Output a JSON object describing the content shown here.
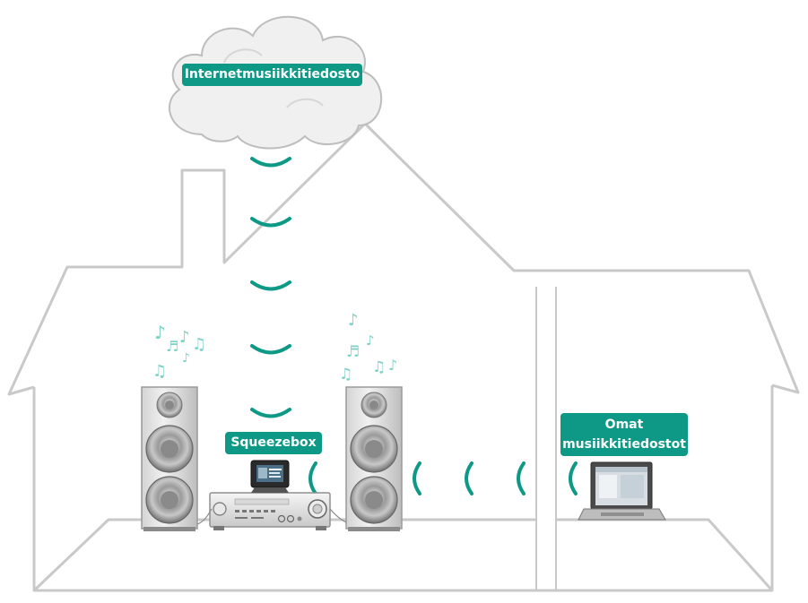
{
  "labels": {
    "cloud": "Internetmusiikkitiedosto",
    "squeezebox": "Squeezebox",
    "own_files_line1": "Omat",
    "own_files_line2": "musiikkitiedostot"
  },
  "icons": [
    "cloud-icon",
    "speaker-icon",
    "amplifier-icon",
    "squeezebox-device-icon",
    "laptop-icon",
    "music-note-icon",
    "signal-wave-icon"
  ],
  "colors": {
    "accent": "#0e9987",
    "outline": "#c9c9c9",
    "cloud_fill": "#f0f0f0",
    "note_color": "#7fd0c8"
  }
}
